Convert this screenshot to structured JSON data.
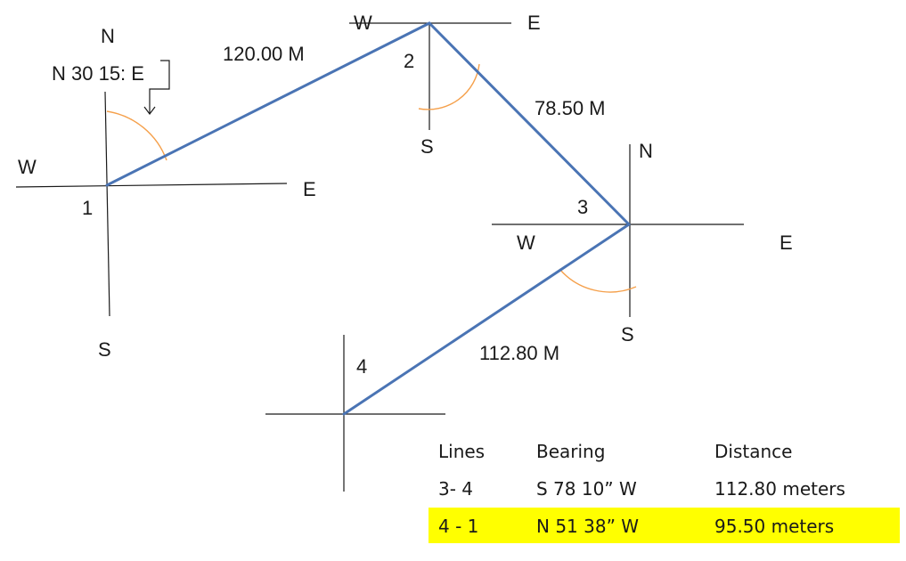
{
  "stations": {
    "1": {
      "id": "1",
      "N": "N",
      "S": "S",
      "E": "E",
      "W": "W"
    },
    "2": {
      "id": "2",
      "S": "S",
      "E": "E",
      "W": "W"
    },
    "3": {
      "id": "3",
      "N": "N",
      "S": "S",
      "E": "E",
      "W": "W"
    },
    "4": {
      "id": "4"
    }
  },
  "bearing_callout": "N 30 15: E",
  "distances": {
    "line_1_2": "120.00 M",
    "line_2_3": "78.50 M",
    "line_3_4": "112.80 M"
  },
  "colors": {
    "traverse": "#4a74b4",
    "angle_arc": "#f5a04b",
    "highlight": "#ffff00"
  },
  "table": {
    "headers": [
      "Lines",
      "Bearing",
      "Distance"
    ],
    "rows": [
      {
        "line": "3- 4",
        "bearing": "S 78 10” W",
        "distance": "112.80 meters",
        "highlighted": false
      },
      {
        "line": "4 - 1",
        "bearing": "N 51  38” W",
        "distance": "95.50 meters",
        "highlighted": true
      }
    ]
  }
}
